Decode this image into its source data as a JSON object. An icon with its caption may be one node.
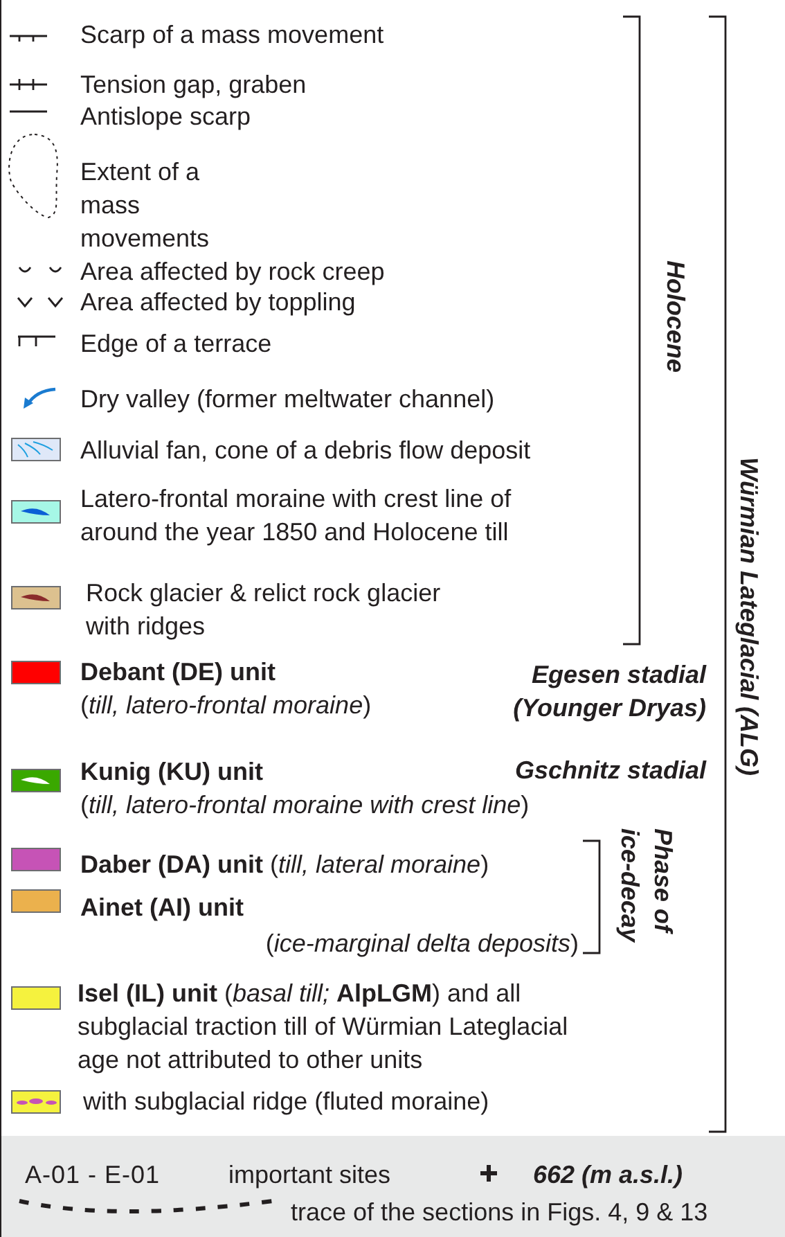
{
  "diagram": {
    "labels": [
      "Holocene",
      "Würmian Lateglacial (ALG)",
      "Egesen stadial (Younger Dryas)",
      "Gschnitz stadial",
      "Phase of ice-decay",
      "A-01 - E-01",
      "important sites",
      "662 (m a.s.l.)"
    ],
    "legend": [
      {
        "text": "Scarp of a mass movement"
      },
      {
        "text": "Tension gap, graben"
      },
      {
        "text": "Antislope scarp"
      },
      {
        "text": "Extent of a mass movements"
      },
      {
        "text": "Area affected by rock creep"
      },
      {
        "text": "Area affected by toppling"
      },
      {
        "text": "Edge of a terrace"
      },
      {
        "text": "Dry valley (former meltwater channel)"
      },
      {
        "text": "Alluvial fan, cone of a debris flow deposit",
        "color": "#dfe8f8"
      },
      {
        "text": "Latero-frontal moraine with crest line of around the year 1850 and Holocene till",
        "color": "#a6f7e6"
      },
      {
        "text": "Rock glacier & relict rock glacier with ridges",
        "color": "#dcc18f"
      },
      {
        "text": "**Debant (DE) unit** (*till, latero-frontal moraine*)",
        "color": "#ff0000"
      },
      {
        "text": "**Kunig (KU) unit** (*till, latero-frontal moraine with crest line*)",
        "color": "#3aa800"
      },
      {
        "text": "**Daber (DA) unit** (*till, lateral moraine*)",
        "color": "#c653b6"
      },
      {
        "text": "**Ainet (AI) unit** (*ice-marginal delta deposits*)",
        "color": "#ebb14d"
      },
      {
        "text": "**Isel (IL) unit** (*basal till;* **AlpLGM**) and all subglacial traction till of Würmian Lateglacial age not attributed to other units",
        "color": "#f5f23e"
      },
      {
        "text": "with subglacial ridge (fluted moraine)",
        "color": "#f5f23e"
      },
      {
        "text": "trace of the sections in Figs. 4, 9 & 13"
      }
    ]
  }
}
